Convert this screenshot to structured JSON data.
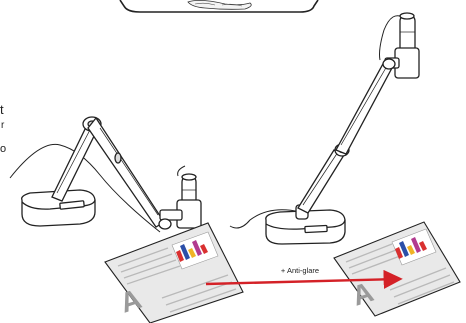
{
  "arrow_label": "+ Anti-glare",
  "cropped_text": [
    "t",
    "r",
    "o"
  ],
  "colors": {
    "line": "#222222",
    "arrow": "#d42127",
    "paper": "#e9e9e9",
    "letter": "#9a9a9a",
    "bars": [
      "#d93030",
      "#2b4fa8",
      "#f0b325",
      "#b23a8f"
    ]
  },
  "icons": [
    "magnifier-inset",
    "document-camera",
    "printed-document",
    "arrow"
  ]
}
